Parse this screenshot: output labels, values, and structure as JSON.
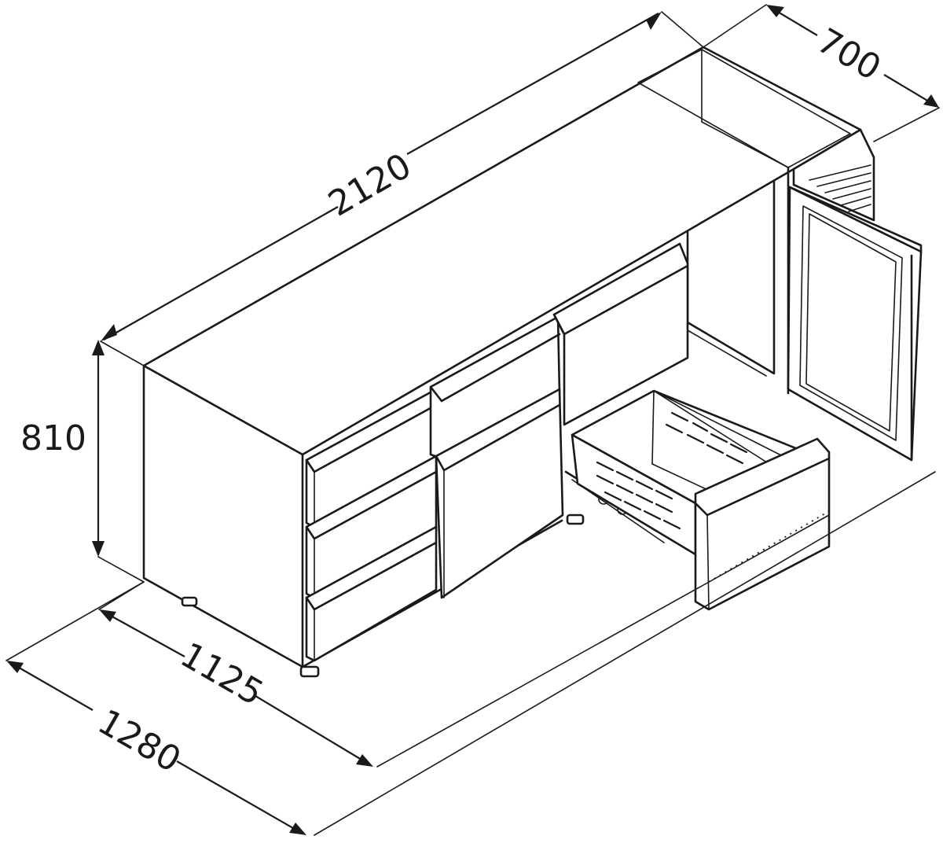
{
  "dimensions": {
    "width": "2120",
    "depth": "700",
    "height": "810",
    "drawer_depth": "1125",
    "overall_depth": "1280"
  },
  "colors": {
    "line": "#1a1a1a",
    "background": "#ffffff"
  }
}
